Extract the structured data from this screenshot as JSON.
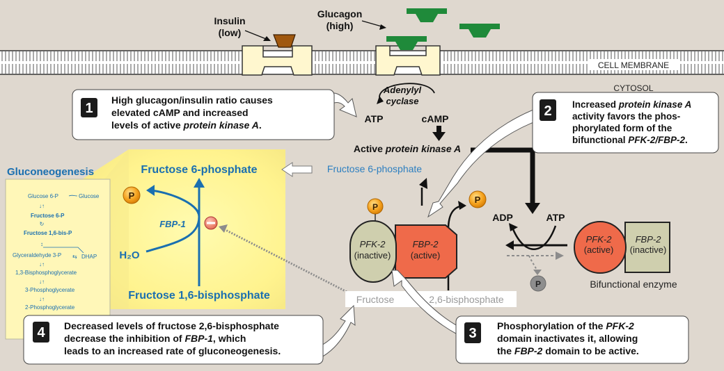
{
  "labels": {
    "insulin": [
      "Insulin",
      "(low)"
    ],
    "glucagon": [
      "Glucagon",
      "(high)"
    ],
    "cell_membrane": "CELL MEMBRANE",
    "cytosol": "CYTOSOL",
    "adenylyl_cyclase": [
      "Adenylyl",
      "cyclase"
    ],
    "atp": "ATP",
    "camp": "cAMP",
    "active_pka_prefix": "Active ",
    "active_pka_italic": "protein kinase A",
    "fructose6p_main": "Fructose 6-phosphate",
    "fructose6p_pale": "Fructose 6-phosphate",
    "fructose16bp": "Fructose 1,6-bisphosphate",
    "fbp1": "FBP-1",
    "water": "H₂O",
    "p": "P",
    "fructose_26bp_left": "Fructose",
    "fructose_26bp_right": "2,6-bisphosphate",
    "adp": "ADP",
    "atp_right": "ATP",
    "bifunctional_enzyme": "Bifunctional enzyme",
    "pfk2_inactive": [
      "PFK-2",
      "(inactive)"
    ],
    "fbp2_active": [
      "FBP-2",
      "(active)"
    ],
    "pfk2_active": [
      "PFK-2",
      "(active)"
    ],
    "fbp2_inactive": [
      "FBP-2",
      "(inactive)"
    ]
  },
  "gluconeogenesis": {
    "title": "Gluconeogenesis",
    "row1_left": "Glucose 6-P",
    "row1_right": "Glucose",
    "fructose6p": "Fructose 6-P",
    "fructose16bp": "Fructose 1,6-bis-P",
    "g3p": "Glyceraldehyde 3-P",
    "dhap": "DHAP",
    "bpg13": "1,3-Bisphosphoglycerate",
    "pg3": "3-Phosphoglycerate",
    "pg2": "2-Phosphoglycerate"
  },
  "steps": [
    {
      "number": "1",
      "lines": [
        [
          "High glucagon/insulin ratio causes"
        ],
        [
          "elevated cAMP and increased"
        ],
        [
          "levels of active ",
          "protein kinase A",
          "."
        ]
      ]
    },
    {
      "number": "2",
      "lines": [
        [
          "Increased ",
          "protein kinase A"
        ],
        [
          "activity favors the phos-"
        ],
        [
          "phorylated form of the"
        ],
        [
          "bifunctional ",
          "PFK-2/FBP-2",
          "."
        ]
      ]
    },
    {
      "number": "3",
      "lines": [
        [
          "Phosphorylation of the ",
          "PFK-2"
        ],
        [
          "domain inactivates it, allowing"
        ],
        [
          "the ",
          "FBP-2",
          " domain to be active."
        ]
      ]
    },
    {
      "number": "4",
      "lines": [
        [
          "Decreased levels of fructose 2,6-bisphosphate"
        ],
        [
          "decrease the inhibition of ",
          "FBP-1",
          ", which"
        ],
        [
          "leads to an increased rate of gluconeogenesis."
        ]
      ]
    }
  ],
  "colors": {
    "background": "#dfd8cf",
    "membrane": "#ffffff",
    "receptor": "#fff7cf",
    "insulin": "#a0580f",
    "glucagon": "#1f8a3a",
    "blue": "#1a6fb0",
    "fbp2_red": "#ef6a4a",
    "pfk2_gray": "#cfcfae",
    "phosphate_orange": "#f5a21e",
    "yellow_glow": "#fff79a"
  }
}
